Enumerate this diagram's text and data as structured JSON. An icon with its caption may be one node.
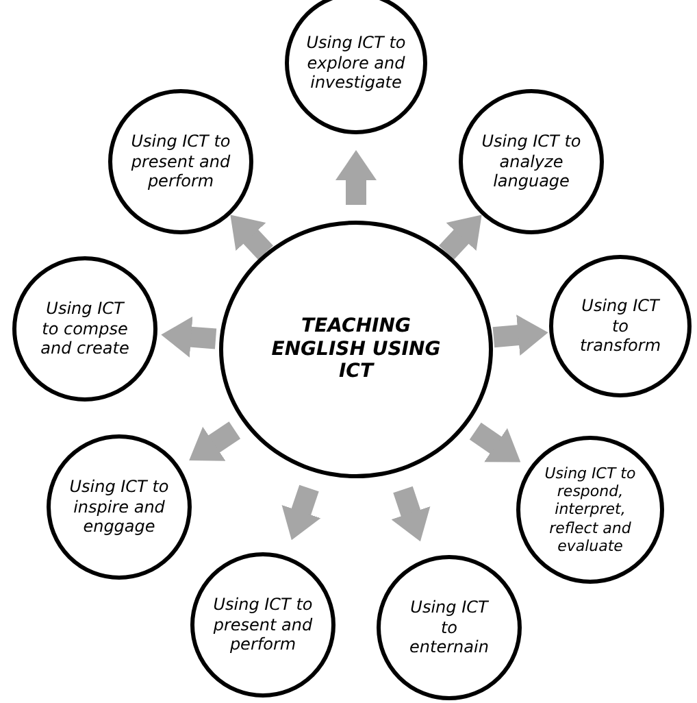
{
  "diagram": {
    "nodes": [
      {
        "text": [
          "TEACHING ENGLISH USING ICT"
        ]
      },
      {
        "text": [
          "Using ICT to explore and investigate"
        ]
      },
      {
        "text": [
          "Using ICT to present and perform"
        ]
      },
      {
        "text": [
          "Using ICT to analyze language"
        ]
      },
      {
        "text": [
          "Using ICT to compse and create"
        ]
      },
      {
        "text": [
          "Using ICT to transform"
        ]
      },
      {
        "text": [
          "Using ICT to inspire and enggage"
        ]
      },
      {
        "text": [
          "Using ICT to respond, interpret, reflect and evaluate"
        ]
      },
      {
        "text": [
          "Using ICT to present and perform"
        ]
      },
      {
        "text": [
          "Using ICT to enternain"
        ]
      }
    ],
    "edges": [
      {
        "from": 0,
        "to": 1,
        "arrow": "to"
      },
      {
        "from": 0,
        "to": 2,
        "arrow": "to"
      },
      {
        "from": 0,
        "to": 3,
        "arrow": "to"
      },
      {
        "from": 0,
        "to": 4,
        "arrow": "to"
      },
      {
        "from": 0,
        "to": 5,
        "arrow": "to"
      },
      {
        "from": 0,
        "to": 6,
        "arrow": "to"
      },
      {
        "from": 0,
        "to": 7,
        "arrow": "to"
      },
      {
        "from": 0,
        "to": 8,
        "arrow": "to"
      },
      {
        "from": 0,
        "to": 9,
        "arrow": "to"
      }
    ]
  }
}
